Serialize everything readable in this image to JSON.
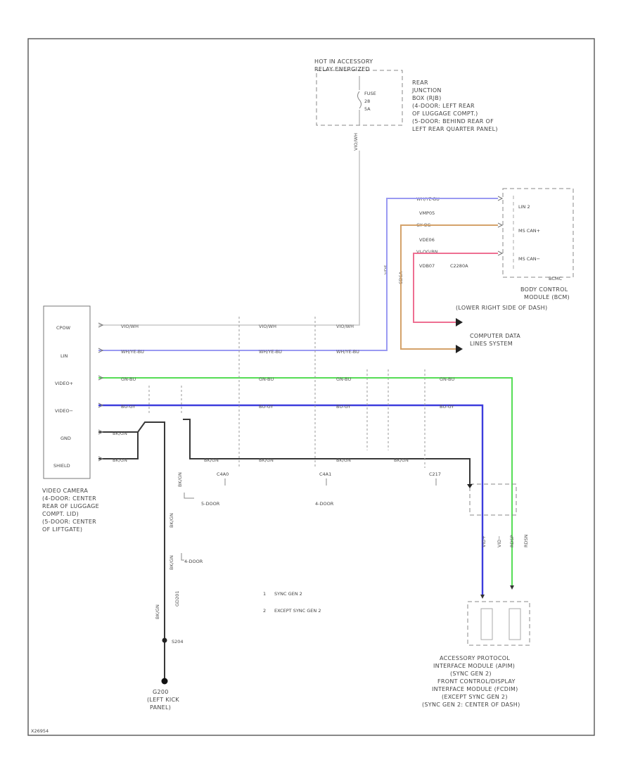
{
  "diagram": {
    "page_id": "X26954",
    "video_camera": {
      "pins": [
        "CPOW",
        "LIN",
        "VIDEO+",
        "VIDEO−",
        "GND",
        "SHIELD"
      ],
      "label_lines": [
        "VIDEO CAMERA",
        "(4-DOOR: CENTER",
        "REAR OF LUGGAGE",
        "COMPT. LID)",
        "(5-DOOR: CENTER",
        "OF LIFTGATE)"
      ]
    },
    "hot_relay": {
      "label_lines": [
        "HOT IN ACCESSORY",
        "RELAY ENERGIZED"
      ],
      "fuse_lines": [
        "FUSE",
        "28",
        "5A"
      ],
      "wire": "VIO/WH"
    },
    "rear_jb": {
      "label_lines": [
        "REAR",
        "JUNCTION",
        "BOX (RJB)",
        "(4-DOOR: LEFT REAR",
        "OF LUGGAGE COMPT.)",
        "(5-DOOR: BEHIND REAR OF",
        "LEFT REAR QUARTER PANEL)"
      ]
    },
    "bcm": {
      "pins": [
        "LIN 2",
        "MS CAN+",
        "MS CAN−"
      ],
      "wire_colors": [
        "WH/YE-BU",
        "GY-OG",
        "VI-OG/BN"
      ],
      "circuits": [
        "VMP05",
        "VDE06",
        "VDB07"
      ],
      "connector": "C2280A",
      "module_tag": "BCMC",
      "label_lines": [
        "BODY CONTROL",
        "MODULE (BCM)",
        "(LOWER RIGHT SIDE OF DASH)"
      ]
    },
    "cds": {
      "label_lines": [
        "COMPUTER DATA",
        "LINES SYSTEM"
      ]
    },
    "side_tags": [
      "VDE",
      "CD6A"
    ],
    "wires": {
      "cpow": "VIO/WH",
      "lin": "WH/YE-BU",
      "video_plus": "GN-BU",
      "video_minus": "BU-GY",
      "gnd": "BK/GN",
      "shield": "BK/GN"
    },
    "connectors": {
      "c4": "C4A0",
      "c5": "C4A1",
      "c6": "C217"
    },
    "door_labels": {
      "door5": "5-DOOR",
      "door4": "4-DOOR",
      "door4b": "4-DOOR"
    },
    "vertical_tags": [
      "BK/GN",
      "BK/GN",
      "BK/GN",
      "BK/GN",
      "GD201"
    ],
    "apim_tags": [
      "VID+",
      "VID−",
      "RDSP",
      "RDSN"
    ],
    "legend": [
      {
        "num": "1",
        "text": "SYNC GEN 2"
      },
      {
        "num": "2",
        "text": "EXCEPT SYNC GEN 2"
      }
    ],
    "ground": {
      "splice": "S204",
      "label_lines": [
        "G200",
        "(LEFT KICK",
        "PANEL)"
      ]
    },
    "apim": {
      "label_lines": [
        "ACCESSORY PROTOCOL",
        "INTERFACE MODULE (APIM)",
        "(SYNC GEN 2)",
        "FRONT CONTROL/DISPLAY",
        "INTERFACE MODULE (FCDIM)",
        "(EXCEPT SYNC GEN 2)",
        "(SYNC GEN 2: CENTER OF DASH)"
      ]
    },
    "colors": {
      "cpow": "#c8c8c8",
      "lin": "#9a9af2",
      "video_plus": "#55dd55",
      "video_minus": "#3c3cdd",
      "gnd": "#383838",
      "orange": "#d4a26a",
      "red": "#ee6f92"
    }
  }
}
